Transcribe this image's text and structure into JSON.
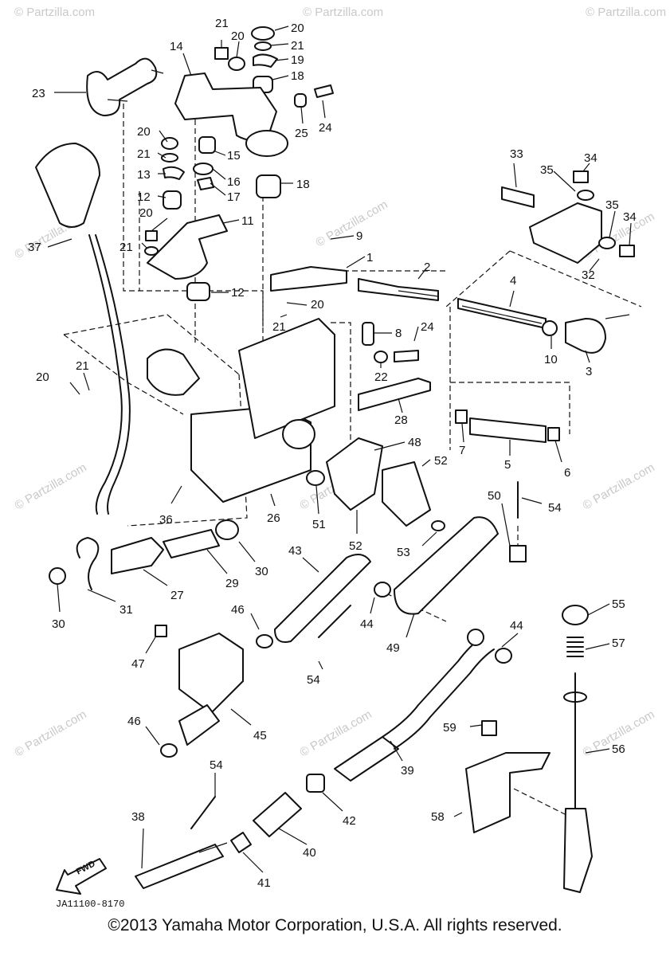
{
  "figure": {
    "code": "JA11100-8170",
    "fwd_label": "FWD",
    "watermark": "© Partzilla.com",
    "copyright": "©2013  Yamaha Motor Corporation, U.S.A. All rights reserved."
  },
  "callouts": [
    {
      "id": "c1",
      "label": "21"
    },
    {
      "id": "c2",
      "label": "20"
    },
    {
      "id": "c3",
      "label": "20"
    },
    {
      "id": "c4",
      "label": "21"
    },
    {
      "id": "c5",
      "label": "19"
    },
    {
      "id": "c6",
      "label": "18"
    },
    {
      "id": "c7",
      "label": "14"
    },
    {
      "id": "c8",
      "label": "23"
    },
    {
      "id": "c9",
      "label": "24"
    },
    {
      "id": "c10",
      "label": "25"
    },
    {
      "id": "c11",
      "label": "20"
    },
    {
      "id": "c12",
      "label": "21"
    },
    {
      "id": "c13",
      "label": "13"
    },
    {
      "id": "c14",
      "label": "12"
    },
    {
      "id": "c15",
      "label": "15"
    },
    {
      "id": "c16",
      "label": "16"
    },
    {
      "id": "c17",
      "label": "17"
    },
    {
      "id": "c18",
      "label": "18"
    },
    {
      "id": "c19",
      "label": "33"
    },
    {
      "id": "c20",
      "label": "34"
    },
    {
      "id": "c21",
      "label": "35"
    },
    {
      "id": "c22",
      "label": "35"
    },
    {
      "id": "c23",
      "label": "34"
    },
    {
      "id": "c24",
      "label": "32"
    },
    {
      "id": "c25",
      "label": "37"
    },
    {
      "id": "c26",
      "label": "20"
    },
    {
      "id": "c27",
      "label": "21"
    },
    {
      "id": "c28",
      "label": "11"
    },
    {
      "id": "c29",
      "label": "9"
    },
    {
      "id": "c30",
      "label": "1"
    },
    {
      "id": "c31",
      "label": "2"
    },
    {
      "id": "c32",
      "label": "4"
    },
    {
      "id": "c33",
      "label": "12"
    },
    {
      "id": "c34",
      "label": "20"
    },
    {
      "id": "c35",
      "label": "21"
    },
    {
      "id": "c36",
      "label": "8"
    },
    {
      "id": "c37",
      "label": "24"
    },
    {
      "id": "c38",
      "label": "10"
    },
    {
      "id": "c39",
      "label": "3"
    },
    {
      "id": "c40",
      "label": "22"
    },
    {
      "id": "c41",
      "label": "20"
    },
    {
      "id": "c42",
      "label": "21"
    },
    {
      "id": "c43",
      "label": "28"
    },
    {
      "id": "c44",
      "label": "48"
    },
    {
      "id": "c45",
      "label": "52"
    },
    {
      "id": "c46",
      "label": "7"
    },
    {
      "id": "c47",
      "label": "5"
    },
    {
      "id": "c48",
      "label": "6"
    },
    {
      "id": "c49",
      "label": "36"
    },
    {
      "id": "c50",
      "label": "26"
    },
    {
      "id": "c51",
      "label": "51"
    },
    {
      "id": "c52",
      "label": "52"
    },
    {
      "id": "c53",
      "label": "53"
    },
    {
      "id": "c54",
      "label": "50"
    },
    {
      "id": "c55",
      "label": "54"
    },
    {
      "id": "c56",
      "label": "43"
    },
    {
      "id": "c57",
      "label": "29"
    },
    {
      "id": "c58",
      "label": "30"
    },
    {
      "id": "c59",
      "label": "30"
    },
    {
      "id": "c60",
      "label": "31"
    },
    {
      "id": "c61",
      "label": "27"
    },
    {
      "id": "c62",
      "label": "46"
    },
    {
      "id": "c63",
      "label": "44"
    },
    {
      "id": "c64",
      "label": "49"
    },
    {
      "id": "c65",
      "label": "44"
    },
    {
      "id": "c66",
      "label": "55"
    },
    {
      "id": "c67",
      "label": "57"
    },
    {
      "id": "c68",
      "label": "47"
    },
    {
      "id": "c69",
      "label": "54"
    },
    {
      "id": "c70",
      "label": "45"
    },
    {
      "id": "c71",
      "label": "46"
    },
    {
      "id": "c72",
      "label": "59"
    },
    {
      "id": "c73",
      "label": "56"
    },
    {
      "id": "c74",
      "label": "39"
    },
    {
      "id": "c75",
      "label": "58"
    },
    {
      "id": "c76",
      "label": "54"
    },
    {
      "id": "c77",
      "label": "42"
    },
    {
      "id": "c78",
      "label": "38"
    },
    {
      "id": "c79",
      "label": "40"
    },
    {
      "id": "c80",
      "label": "41"
    }
  ]
}
